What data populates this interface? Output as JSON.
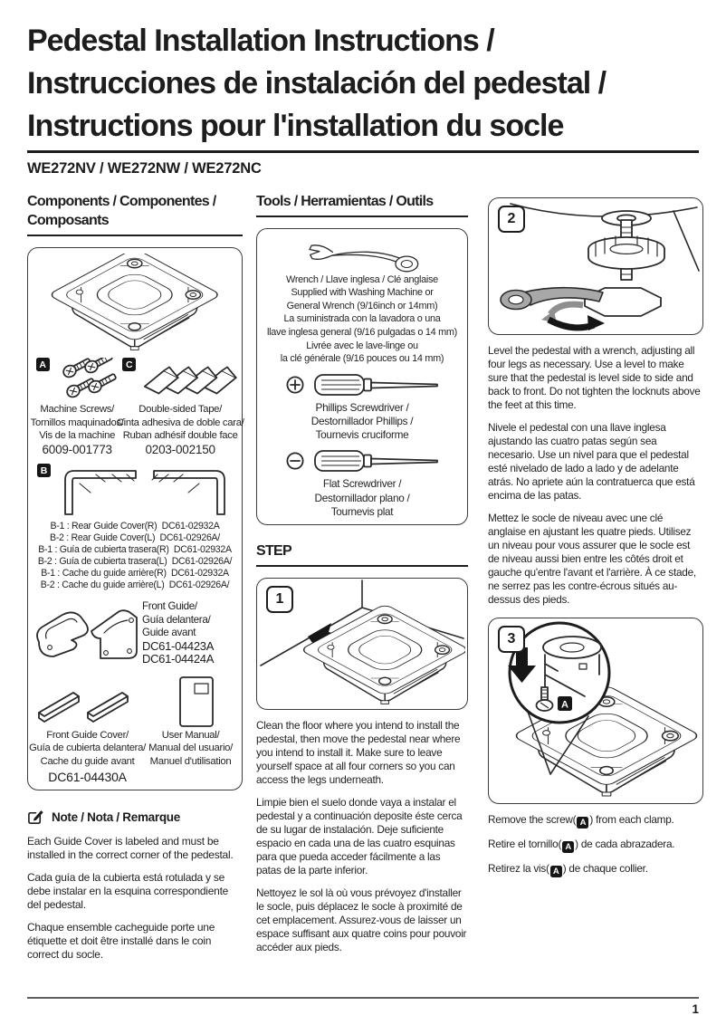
{
  "title": {
    "lines": [
      "Pedestal Installation Instructions /",
      "Instrucciones de instalación del pedestal /",
      "Instructions pour l'installation du socle"
    ]
  },
  "model": "WE272NV / WE272NW / WE272NC",
  "labels": {
    "a": "A",
    "b": "B",
    "c": "C",
    "a_badge": "A"
  },
  "components": {
    "heading": "Components / Componentes / Composants",
    "a": {
      "lines": [
        "Machine Screws/",
        "Tornillos maquinados/",
        "Vis de la machine"
      ],
      "part": "6009-001773"
    },
    "c": {
      "lines": [
        "Double-sided Tape/",
        "Cinta adhesiva de doble cara/",
        "Ruban adhésif double face"
      ],
      "part": "0203-002150"
    },
    "b": {
      "lines": [
        "B-1 : Rear Guide Cover(R)  DC61-02932A",
        "B-2 : Rear Guide Cover(L)  DC61-02926A/",
        "B-1 : Guía de cubierta trasera(R)  DC61-02932A",
        "B-2 : Guía de cubierta trasera(L)  DC61-02926A/",
        "B-1 : Cache du guide arrière(R)  DC61-02932A",
        "B-2 : Cache du guide arrière(L)  DC61-02926A/"
      ]
    },
    "front_guide": {
      "lines": [
        "Front Guide/",
        "Guía delantera/",
        "Guide avant"
      ],
      "parts": [
        "DC61-04423A",
        "DC61-04424A"
      ]
    },
    "front_cover": {
      "lines": [
        "Front Guide Cover/",
        "Guía de cubierta delantera/",
        "Cache du guide avant"
      ],
      "part": "DC61-04430A"
    },
    "manual": {
      "lines": [
        "User Manual/",
        "Manual del usuario/",
        "Manuel d'utilisation"
      ]
    }
  },
  "note": {
    "heading": "Note / Nota / Remarque",
    "paragraphs": [
      "Each Guide Cover is labeled and must be installed in the correct corner of the pedestal.",
      "Cada guía de la cubierta está rotulada y se debe instalar en la esquina correspondiente del pedestal.",
      "Chaque ensemble cacheguide porte une étiquette et doit être installé dans le coin correct du socle."
    ]
  },
  "tools": {
    "heading": "Tools / Herramientas / Outils",
    "wrench_lines": [
      "Wrench / Llave inglesa / Clé anglaise",
      "Supplied with Washing Machine or",
      "General Wrench (9/16inch or 14mm)",
      "La suministrada con la lavadora o una",
      "llave inglesa general (9/16 pulgadas o 14 mm)",
      "Livrée avec le lave-linge ou",
      "la clé générale (9/16 pouces ou 14 mm)"
    ],
    "phillips_lines": [
      "Phillips Screwdriver /",
      "Destornillador Phillips /",
      "Tournevis cruciforme"
    ],
    "flat_lines": [
      "Flat Screwdriver /",
      "Destornillador plano /",
      "Tournevis plat"
    ]
  },
  "steps": {
    "heading": "STEP",
    "s1": {
      "number": "1",
      "texts": [
        "Clean the floor where you intend to install the pedestal, then move the pedestal near where you intend to install it. Make sure to leave yourself space at all four corners so you can access the legs underneath.",
        "Limpie bien el suelo donde vaya a instalar el pedestal y a continuación deposite éste cerca de su lugar de instalación. Deje suficiente espacio en cada una de las cuatro esquinas para que pueda acceder fácilmente a las patas de la parte inferior.",
        "Nettoyez le sol là où vous prévoyez d'installer le socle, puis déplacez le socle à proximité de cet emplacement. Assurez-vous de laisser un espace suffisant aux quatre coins pour pouvoir accéder aux pieds."
      ]
    },
    "s2": {
      "number": "2",
      "texts": [
        "Level the pedestal with a wrench, adjusting all four legs as necessary. Use a level to make sure that the pedestal is level side to side and back to front. Do not tighten the locknuts above the feet at this time.",
        "Nivele el pedestal con una llave inglesa ajustando las cuatro patas según sea necesario. Use un nivel para que el pedestal esté nivelado de lado a lado y de adelante atrás. No apriete aún la contratuerca que está encima de las patas.",
        "Mettez le socle de niveau avec une clé anglaise en ajustant les quatre pieds. Utilisez un niveau pour vous assurer que le socle est de niveau aussi bien entre les côtés droit et gauche qu'entre l'avant et l'arrière. À ce stade, ne serrez pas les contre-écrous situés au-dessus des pieds."
      ]
    },
    "s3": {
      "number": "3",
      "lines": [
        {
          "pre": "Remove the screw(",
          "badge": "A",
          "post": ") from each clamp."
        },
        {
          "pre": "Retire el tornillo(",
          "badge": "A",
          "post": ") de cada abrazadera."
        },
        {
          "pre": "Retirez la vis(",
          "badge": "A",
          "post": ") de chaque collier."
        }
      ]
    }
  },
  "footer": {
    "page_number": "1"
  }
}
